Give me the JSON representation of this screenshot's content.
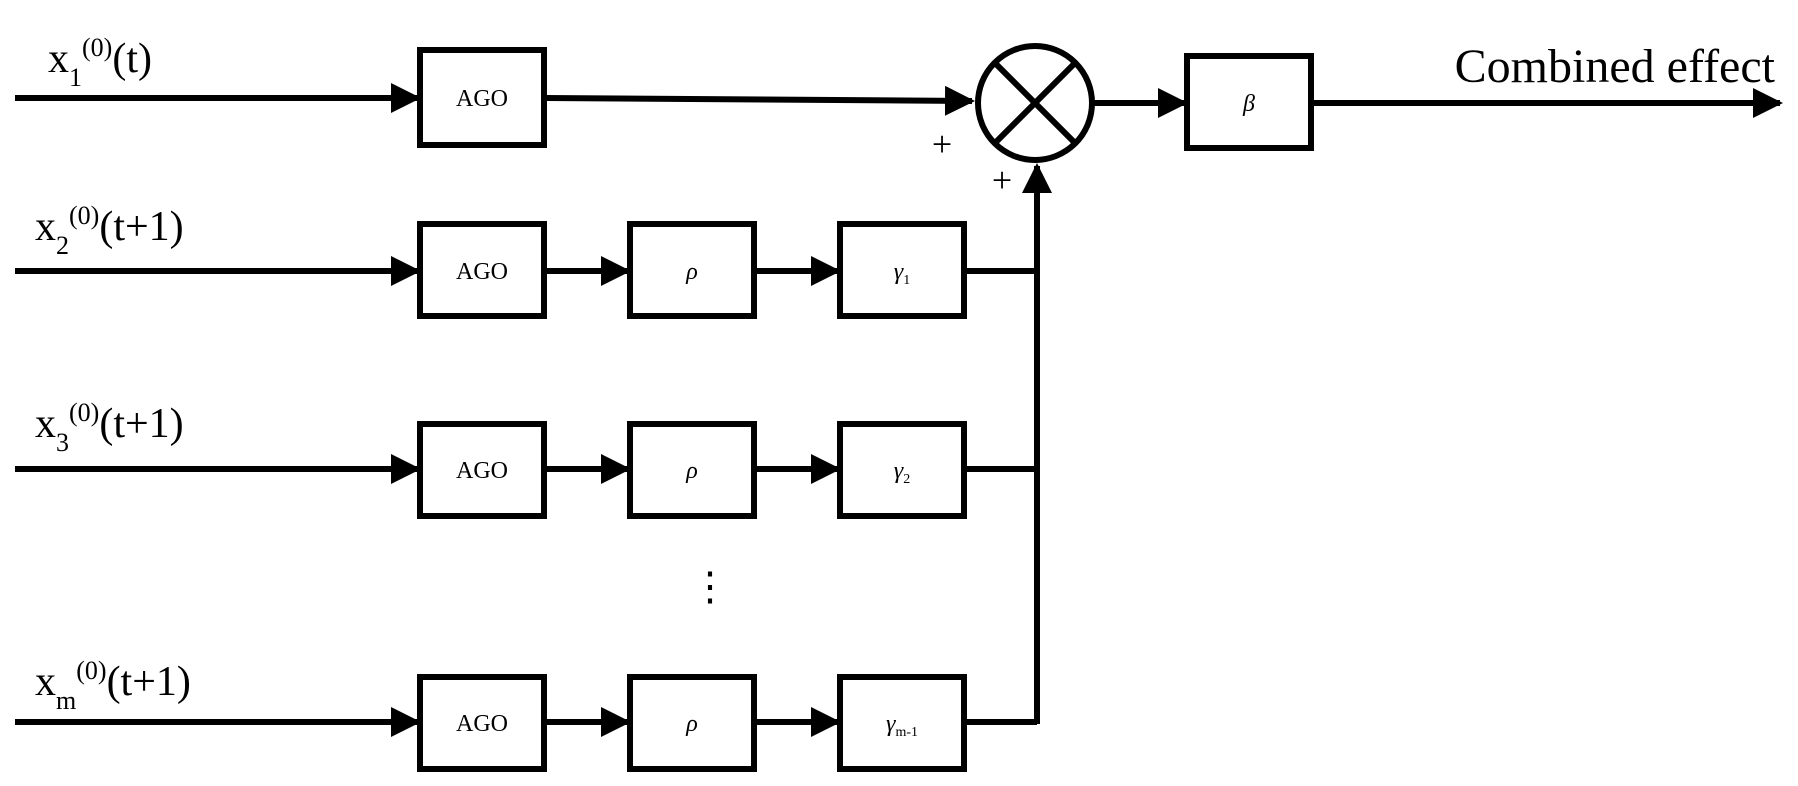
{
  "inputs": [
    {
      "var": "x",
      "index": "1",
      "superscript": "(0)",
      "arg": "(t)"
    },
    {
      "var": "x",
      "index": "2",
      "superscript": "(0)",
      "arg": "(t+1)"
    },
    {
      "var": "x",
      "index": "3",
      "superscript": "(0)",
      "arg": "(t+1)"
    },
    {
      "var": "x",
      "index": "m",
      "superscript": "(0)",
      "arg": "(t+1)"
    }
  ],
  "blocks": {
    "ago": "AGO",
    "rho": "ρ",
    "gamma_symbol": "γ",
    "gamma_subscripts": [
      "1",
      "2",
      "m-1"
    ],
    "beta": "β"
  },
  "signs": {
    "top": "+",
    "bottom": "+"
  },
  "ellipsis": "⋮",
  "output": {
    "label": "Combined effect"
  },
  "icons": {
    "summing_junction": "circle-x-icon"
  }
}
